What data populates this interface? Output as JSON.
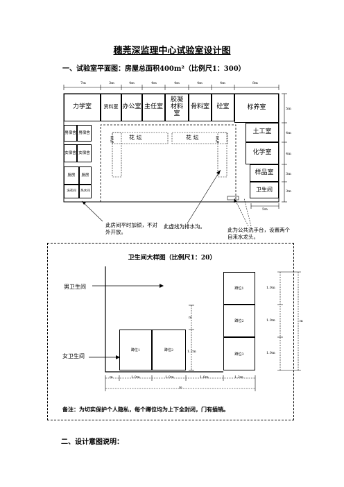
{
  "doc": {
    "title": "穗莞深监理中心试验室设计图",
    "section1": "一、试验室平面图：房屋总面积400m²（比例尺1：300）",
    "section2": "二、设计意图说明：",
    "remark": "备注：为切实保护个人隐私，每个蹲位均为上下全封闭，门有插销。"
  },
  "plan": {
    "top_dims": [
      "7m",
      "3m",
      "4m",
      "4m",
      "4m",
      "4m",
      "4m",
      "8m"
    ],
    "right_dims": [
      "5m",
      "4m",
      "4m",
      "3m",
      "3m"
    ],
    "bottom_dim": "5m",
    "rooms": {
      "mechanics": "力学室",
      "archive": "资料室",
      "office": "办公室",
      "director": "主任室",
      "binder": "胶凝材料室",
      "aggregate": "骨料室",
      "concrete": "砼室",
      "curing": "标养室",
      "soil": "土工室",
      "chemistry": "化学室",
      "sample": "样品室",
      "toilet": "卫生间",
      "male_dorm1": "男宿舍",
      "male_dorm2": "男宿舍",
      "female_dorm1": "女宿舍",
      "female_dorm2": "女宿舍",
      "canteen": "厨房",
      "kitchen": "厨房",
      "laundry": "洗衣间",
      "water": "热水间"
    },
    "flowerbed": "花  坛",
    "flowerbed_side": "花坛",
    "notes": {
      "note1": "此房间平时加锁，不对外开放。",
      "note2": "此虚线为排水沟。",
      "note3": "此为公共洗手台，设置两个自来水龙头。"
    }
  },
  "detail": {
    "title": "卫生间大样图（比例尺1：20）",
    "male": "男卫生间",
    "female": "女卫生间",
    "stalls_male": [
      "蹲位1",
      "蹲位2",
      "蹲位3"
    ],
    "stalls_female": [
      "蹲位1",
      "蹲位2"
    ],
    "right_dims": [
      "1.0m",
      "1.0m",
      "1.0m"
    ],
    "right_total": "m",
    "left_dims": [
      "m",
      "1.2m"
    ],
    "bottom_dims": [
      "m",
      "1.0m",
      "1.0m",
      "1.0m",
      "1.2m"
    ],
    "bottom_total": "m"
  }
}
